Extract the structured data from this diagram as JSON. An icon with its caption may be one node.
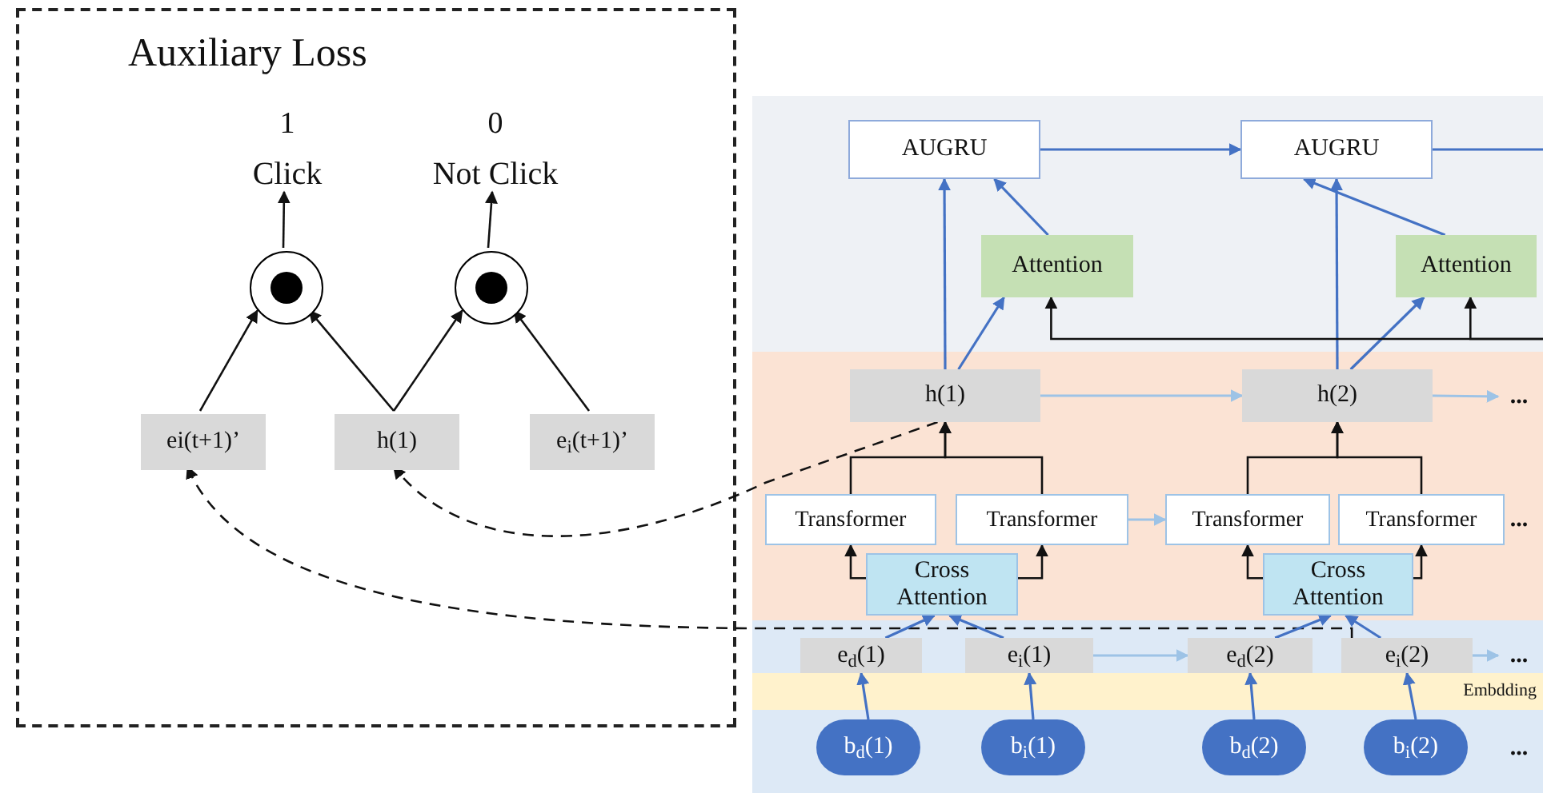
{
  "diagram": {
    "nodes": [
      {
        "text": [
          "Auxiliary Loss"
        ]
      },
      {
        "text": [
          "Click"
        ],
        "beside": [
          "1"
        ],
        "in": 0
      },
      {
        "text": [
          "Not Click"
        ],
        "beside": [
          "0"
        ],
        "in": 0
      },
      {
        "text": [],
        "shape": "circle",
        "in": 0
      },
      {
        "text": [],
        "shape": "circle",
        "in": 0
      },
      {
        "text": [
          "ei(t+1)’"
        ],
        "in": 0
      },
      {
        "text": [
          "h(1)"
        ],
        "in": 0
      },
      {
        "text": [
          "e$_{i}$(t+1)’"
        ],
        "in": 0
      },
      {
        "text": [],
        "shape": "box"
      },
      {
        "text": [
          "AUGRU"
        ],
        "in": 8
      },
      {
        "text": [
          "AUGRU"
        ],
        "in": 8
      },
      {
        "text": [
          "Attention"
        ],
        "in": 8
      },
      {
        "text": [
          "Attention"
        ],
        "in": 8
      },
      {
        "text": [],
        "shape": "box"
      },
      {
        "text": [
          "h(1)"
        ],
        "in": 13
      },
      {
        "text": [
          "h(2)"
        ],
        "in": 13
      },
      {
        "text": [
          "Transformer"
        ],
        "in": 13
      },
      {
        "text": [
          "Transformer"
        ],
        "in": 13
      },
      {
        "text": [
          "Transformer"
        ],
        "in": 13
      },
      {
        "text": [
          "Transformer"
        ],
        "in": 13
      },
      {
        "text": [
          "Cross Attention"
        ],
        "in": 13
      },
      {
        "text": [
          "Cross Attention"
        ],
        "in": 13
      },
      {
        "text": [],
        "shape": "box"
      },
      {
        "text": [
          "e$_{d}$(1)"
        ],
        "in": 22
      },
      {
        "text": [
          "e$_{i}$(1)"
        ],
        "in": 22
      },
      {
        "text": [
          "e$_{d}$(2)"
        ],
        "in": 22
      },
      {
        "text": [
          "e$_{i}$(2)"
        ],
        "in": 22
      },
      {
        "text": [
          "Embdding"
        ],
        "in": 22
      },
      {
        "text": [
          "b$_{d}$(1)"
        ],
        "in": 22
      },
      {
        "text": [
          "b$_{i}$(1)"
        ],
        "in": 22
      },
      {
        "text": [
          "b$_{d}$(2)"
        ],
        "in": 22
      },
      {
        "text": [
          "b$_{i}$(2)"
        ],
        "in": 22
      },
      {
        "text": [
          "..."
        ],
        "in": 13
      },
      {
        "text": [
          "..."
        ],
        "in": 22
      }
    ],
    "edges": [
      {
        "from": 3,
        "to": 1,
        "arrow": "to"
      },
      {
        "from": 4,
        "to": 2,
        "arrow": "to"
      },
      {
        "from": 5,
        "to": 3,
        "arrow": "to"
      },
      {
        "from": 6,
        "to": 3,
        "arrow": "to"
      },
      {
        "from": 6,
        "to": 4,
        "arrow": "to"
      },
      {
        "from": 7,
        "to": 4,
        "arrow": "to"
      },
      {
        "from": 14,
        "to": 6,
        "arrow": "to",
        "style": "dashed"
      },
      {
        "from": 26,
        "to": 5,
        "arrow": "to",
        "style": "dashed"
      },
      {
        "from": 9,
        "to": 10,
        "arrow": "to",
        "color": "#4472c4"
      },
      {
        "from": 10,
        "to": null,
        "arrow": "none",
        "color": "#4472c4"
      },
      {
        "from": 11,
        "to": 9,
        "arrow": "to",
        "color": "#4472c4"
      },
      {
        "from": 12,
        "to": 10,
        "arrow": "to",
        "color": "#4472c4"
      },
      {
        "from": 14,
        "to": 9,
        "arrow": "to",
        "color": "#4472c4"
      },
      {
        "from": 14,
        "to": 11,
        "arrow": "to",
        "color": "#4472c4"
      },
      {
        "from": 15,
        "to": 10,
        "arrow": "to",
        "color": "#4472c4"
      },
      {
        "from": 15,
        "to": 12,
        "arrow": "to",
        "color": "#4472c4"
      },
      {
        "from": null,
        "to": 11,
        "arrow": "to"
      },
      {
        "from": null,
        "to": 12,
        "arrow": "to"
      },
      {
        "from": 14,
        "to": 15,
        "arrow": "to",
        "color": "#9dc3e6"
      },
      {
        "from": 15,
        "to": 32,
        "arrow": "to",
        "color": "#9dc3e6"
      },
      {
        "from": 16,
        "to": 14,
        "arrow": "to"
      },
      {
        "from": 17,
        "to": 14,
        "arrow": "to"
      },
      {
        "from": 18,
        "to": 15,
        "arrow": "to"
      },
      {
        "from": 19,
        "to": 15,
        "arrow": "to"
      },
      {
        "from": 17,
        "to": 18,
        "arrow": "to",
        "color": "#9dc3e6"
      },
      {
        "from": 20,
        "to": 16,
        "arrow": "to"
      },
      {
        "from": 20,
        "to": 17,
        "arrow": "to"
      },
      {
        "from": 21,
        "to": 18,
        "arrow": "to"
      },
      {
        "from": 21,
        "to": 19,
        "arrow": "to"
      },
      {
        "from": 23,
        "to": 20,
        "arrow": "to",
        "color": "#4472c4"
      },
      {
        "from": 24,
        "to": 20,
        "arrow": "to",
        "color": "#4472c4"
      },
      {
        "from": 25,
        "to": 21,
        "arrow": "to",
        "color": "#4472c4"
      },
      {
        "from": 26,
        "to": 21,
        "arrow": "to",
        "color": "#4472c4"
      },
      {
        "from": 24,
        "to": 25,
        "arrow": "to",
        "color": "#9dc3e6"
      },
      {
        "from": 26,
        "to": 33,
        "arrow": "to",
        "color": "#9dc3e6"
      },
      {
        "from": 28,
        "to": 23,
        "arrow": "to",
        "color": "#4472c4"
      },
      {
        "from": 29,
        "to": 24,
        "arrow": "to",
        "color": "#4472c4"
      },
      {
        "from": 30,
        "to": 25,
        "arrow": "to",
        "color": "#4472c4"
      },
      {
        "from": 31,
        "to": 26,
        "arrow": "to",
        "color": "#4472c4"
      }
    ],
    "labels": [
      "...",
      "..."
    ]
  }
}
